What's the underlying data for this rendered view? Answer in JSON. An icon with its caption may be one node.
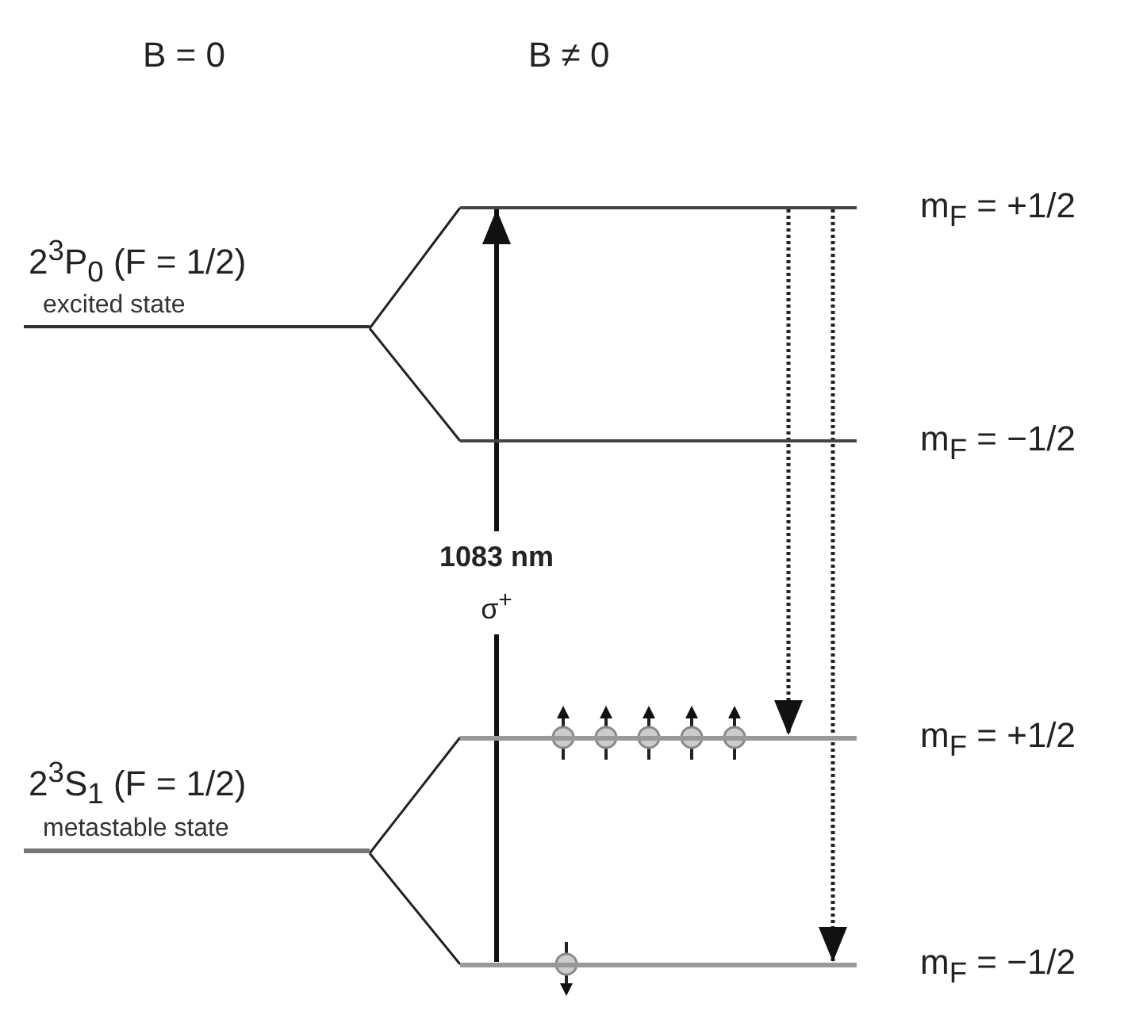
{
  "diagram": {
    "nodes": [
      {
        "text": [
          "2$^{3}$P$_{0}$ (F = 1/2)",
          "excited state"
        ]
      },
      {
        "text": [],
        "shape": "bar",
        "beside": [
          "m$_{F}$ = +1/2"
        ]
      },
      {
        "text": [],
        "shape": "bar",
        "beside": [
          "m$_{F}$ = −1/2"
        ]
      },
      {
        "text": [
          "2$^{3}$S$_{1}$ (F = 1/2)",
          "metastable state"
        ]
      },
      {
        "text": [],
        "shape": "bar",
        "beside": [
          "m$_{F}$ = +1/2"
        ]
      },
      {
        "text": [],
        "shape": "bar",
        "beside": [
          "m$_{F}$ = −1/2"
        ]
      }
    ],
    "edges": [
      {
        "from": 0,
        "to": 1,
        "arrow": "none"
      },
      {
        "from": 0,
        "to": 2,
        "arrow": "none"
      },
      {
        "from": 5,
        "to": 1,
        "arrow": "to",
        "label": "**1083 nm** σ$^{+}$",
        "style": "thick"
      },
      {
        "from": 1,
        "to": 4,
        "arrow": "to",
        "style": "dashed"
      },
      {
        "from": 1,
        "to": 5,
        "arrow": "to",
        "style": "dashed"
      },
      {
        "from": 3,
        "to": 4,
        "arrow": "none"
      },
      {
        "from": 3,
        "to": 5,
        "arrow": "none"
      }
    ],
    "labels": [
      "B = 0",
      "B ≠ 0"
    ]
  }
}
